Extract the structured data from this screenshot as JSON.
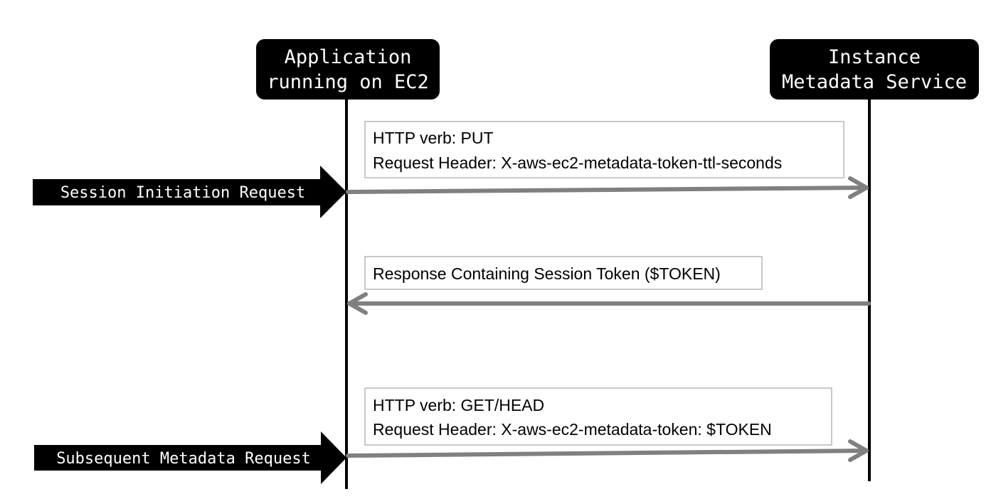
{
  "actors": {
    "app": {
      "line1": "Application",
      "line2": "running on EC2"
    },
    "imds": {
      "line1": "Instance",
      "line2": "Metadata Service"
    }
  },
  "steps": {
    "session": {
      "label": "Session Initiation Request",
      "note_line1": "HTTP verb: PUT",
      "note_line2": "Request Header: X-aws-ec2-metadata-token-ttl-seconds"
    },
    "response": {
      "note_line1": "Response Containing Session Token ($TOKEN)"
    },
    "subsequent": {
      "label": "Subsequent Metadata Request",
      "note_line1": "HTTP verb: GET/HEAD",
      "note_line2": "Request Header: X-aws-ec2-metadata-token: $TOKEN"
    }
  },
  "colors": {
    "actor_fill": "#000000",
    "arrow": "#808080",
    "note_border": "#b5b5b5"
  }
}
